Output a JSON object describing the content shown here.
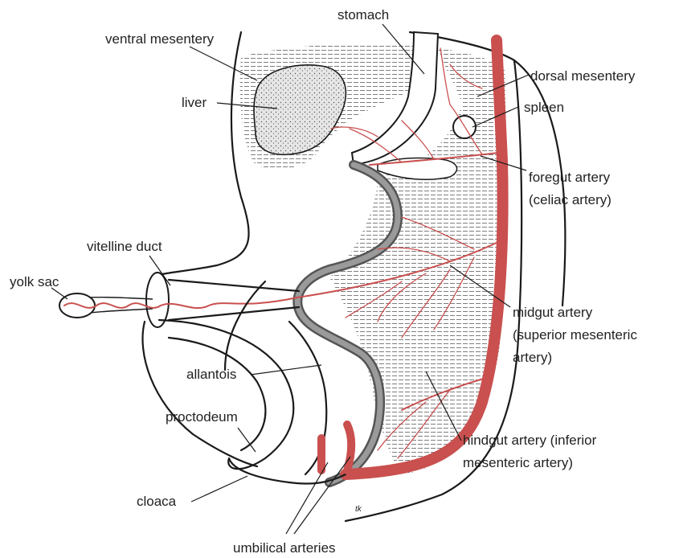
{
  "labels": {
    "stomach": "stomach",
    "ventral_mesentery": "ventral mesentery",
    "dorsal_mesentery": "dorsal mesentery",
    "liver": "liver",
    "spleen": "spleen",
    "foregut_artery_line1": "foregut artery",
    "foregut_artery_line2": "(celiac artery)",
    "vitelline_duct": "vitelline duct",
    "yolk_sac": "yolk sac",
    "midgut_artery_line1": "midgut artery",
    "midgut_artery_line2": "(superior mesenteric",
    "midgut_artery_line3": "artery)",
    "allantois": "allantois",
    "proctodeum": "proctodeum",
    "hindgut_artery_line1": "hindgut artery (inferior",
    "hindgut_artery_line2": "mesenteric artery)",
    "cloaca": "cloaca",
    "umbilical_arteries": "umbilical arteries",
    "signature": "tk"
  },
  "colors": {
    "artery": "#c9504f",
    "outline": "#1a1a1a",
    "gut_tube": "#777777",
    "liver_fill": "#d9d9d9",
    "background": "#ffffff"
  }
}
